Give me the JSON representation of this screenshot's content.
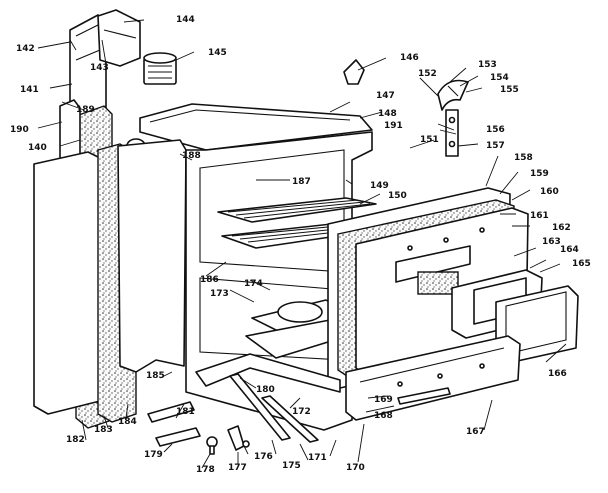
{
  "callouts": [
    "142",
    "143",
    "144",
    "145",
    "146",
    "141",
    "147",
    "148",
    "152",
    "153",
    "154",
    "155",
    "190",
    "189",
    "191",
    "156",
    "140",
    "188",
    "187",
    "151",
    "157",
    "158",
    "159",
    "149",
    "150",
    "160",
    "161",
    "162",
    "163",
    "164",
    "165",
    "186",
    "173",
    "174",
    "166",
    "185",
    "180",
    "172",
    "169",
    "168",
    "182",
    "183",
    "184",
    "181",
    "179",
    "176",
    "175",
    "171",
    "170",
    "167",
    "178",
    "177"
  ]
}
